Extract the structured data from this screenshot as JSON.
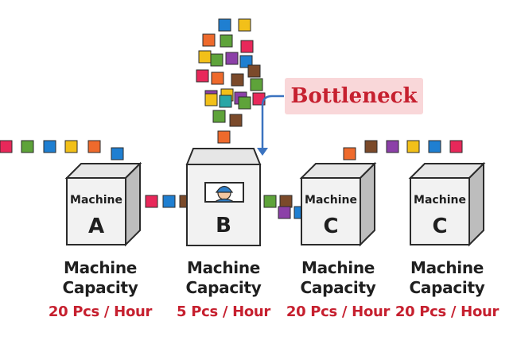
{
  "callout": {
    "text": "Bottleneck"
  },
  "colors": {
    "red_text": "#c6202f",
    "callout_bg": "#f9d7d9",
    "arrow": "#3b73c0",
    "box_front": "#f2f2f2",
    "box_top": "#e6e6e6",
    "box_side": "#bdbdbd",
    "outline": "#2b2b2b"
  },
  "machines": [
    {
      "id": "a",
      "top_label": "Machine",
      "letter": "A",
      "capacity_label": [
        "Machine",
        "Capacity"
      ],
      "capacity_value": "20 Pcs / Hour",
      "has_operator": false
    },
    {
      "id": "b",
      "top_label": "",
      "letter": "B",
      "capacity_label": [
        "Machine",
        "Capacity"
      ],
      "capacity_value": "5 Pcs / Hour",
      "has_operator": true
    },
    {
      "id": "c1",
      "top_label": "Machine",
      "letter": "C",
      "capacity_label": [
        "Machine",
        "Capacity"
      ],
      "capacity_value": "20 Pcs / Hour",
      "has_operator": false
    },
    {
      "id": "c2",
      "top_label": "Machine",
      "letter": "C",
      "capacity_label": [
        "Machine",
        "Capacity"
      ],
      "capacity_value": "20 Pcs / Hour",
      "has_operator": false
    }
  ],
  "icons": {
    "operator": "worker-helmet-icon",
    "arrow": "curved-arrow-icon",
    "item": "work-item-square"
  }
}
